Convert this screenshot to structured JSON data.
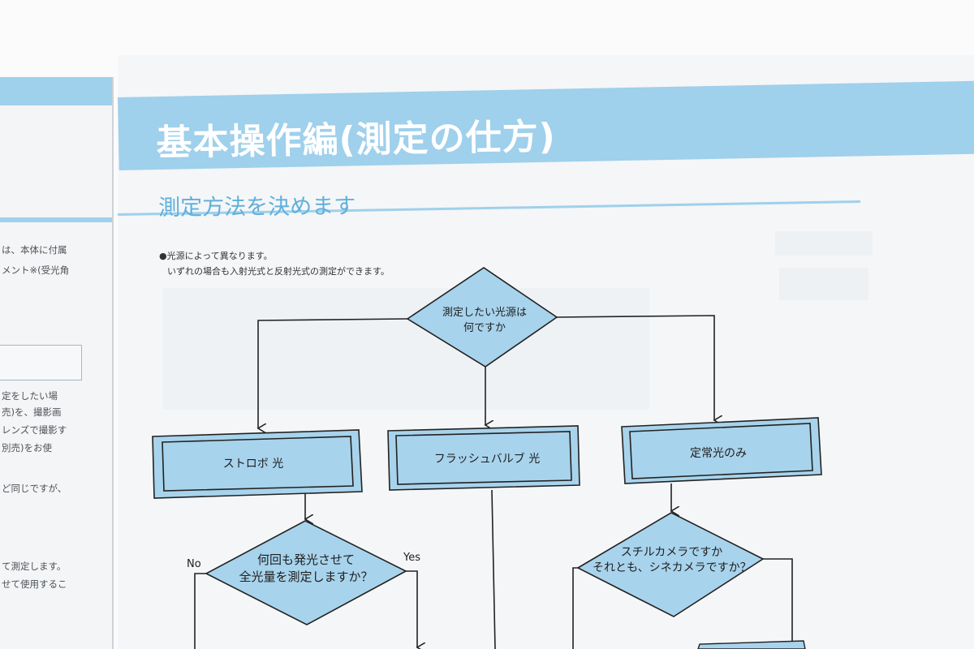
{
  "left_page": {
    "lines": [
      "は、本体に付属",
      "メント※(受光角",
      "定をしたい場",
      "売)を、撮影画",
      "レンズで撮影す",
      "別売)をお使",
      "ど同じですが、",
      "て測定します。",
      "せて使用するこ"
    ]
  },
  "header": {
    "title": "基本操作編(測定の仕方)",
    "subtitle": "測定方法を決めます"
  },
  "notes": {
    "bullet": "●",
    "line1": "光源によって異なります。",
    "line2": "いずれの場合も入射光式と反射光式の測定ができます。"
  },
  "flowchart": {
    "start": {
      "line1": "測定したい光源は",
      "line2": "何ですか"
    },
    "box_strobe": "ストロボ 光",
    "box_flashbulb": "フラッシュバルブ 光",
    "box_constant": "定常光のみ",
    "decision_multi": {
      "line1": "何回も発光させて",
      "line2": "全光量を測定しますか？"
    },
    "decision_camera": {
      "line1": "スチルカメラですか",
      "line2": "それとも、シネカメラですか？"
    },
    "label_no": "No",
    "label_yes": "Yes"
  },
  "colors": {
    "accent_blue": "#9fd0ec",
    "box_fill": "#a8d3ec",
    "title_text": "#ffffff",
    "subtitle_text": "#5fb0dc"
  }
}
